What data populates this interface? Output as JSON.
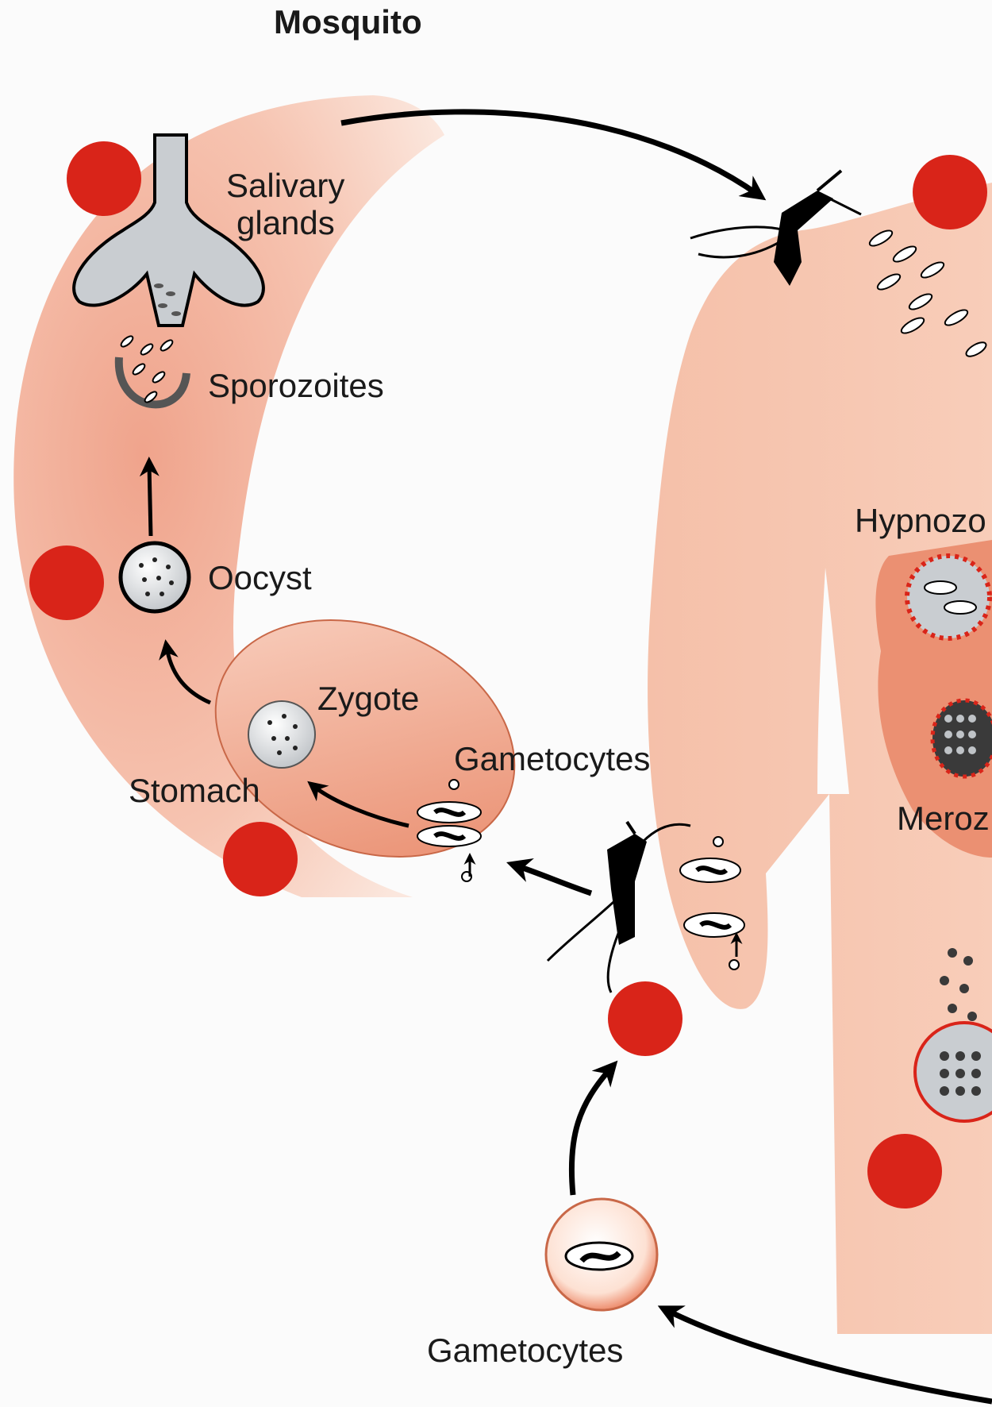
{
  "diagram": {
    "title": "Mosquito",
    "labels": {
      "salivary_line1": "Salivary",
      "salivary_line2": "glands",
      "sporozoites": "Sporozoites",
      "oocyst": "Oocyst",
      "zygote": "Zygote",
      "gametocytes_mosquito": "Gametocytes",
      "stomach": "Stomach",
      "gametocytes_blood": "Gametocytes",
      "hypnozoites_partial": "Hypnozo",
      "merozoites_partial": "Meroz"
    },
    "colors": {
      "background": "#fbfbfb",
      "body_fill": "#f6c3ae",
      "stomach_fill": "#eea084",
      "liver_fill": "#e98a6a",
      "marker_red": "#d92419",
      "arrow": "#000000",
      "parasite_gray": "#c9cdd1"
    },
    "icons": [
      "mosquito-icon",
      "salivary-gland-icon",
      "sporozoite-cluster-icon",
      "oocyst-icon",
      "zygote-icon",
      "gametocyte-icon",
      "liver-cell-icon",
      "blood-cell-icon"
    ]
  }
}
